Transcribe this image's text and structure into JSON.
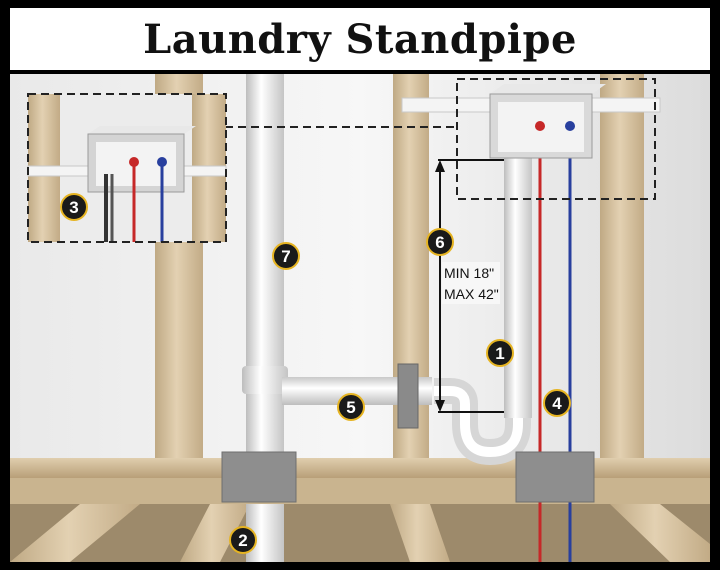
{
  "title": "Laundry Standpipe",
  "callouts": [
    {
      "num": "1",
      "part": "standpipe"
    },
    {
      "num": "2",
      "part": "floor drain pipe"
    },
    {
      "num": "3",
      "part": "washer outlet box detail"
    },
    {
      "num": "4",
      "part": "water supply lines"
    },
    {
      "num": "5",
      "part": "trap arm"
    },
    {
      "num": "6",
      "part": "standpipe height dimension"
    },
    {
      "num": "7",
      "part": "vent stack"
    }
  ],
  "dimension": {
    "min": "MIN 18\"",
    "max": "MAX 42\""
  },
  "colors": {
    "hot_line": "#c62828",
    "cold_line": "#283f9e",
    "pipe": "#f2f2f2",
    "stud": "#d8c4a2",
    "badge": "#1a1a1a",
    "badge_ring": "#e6b422"
  }
}
